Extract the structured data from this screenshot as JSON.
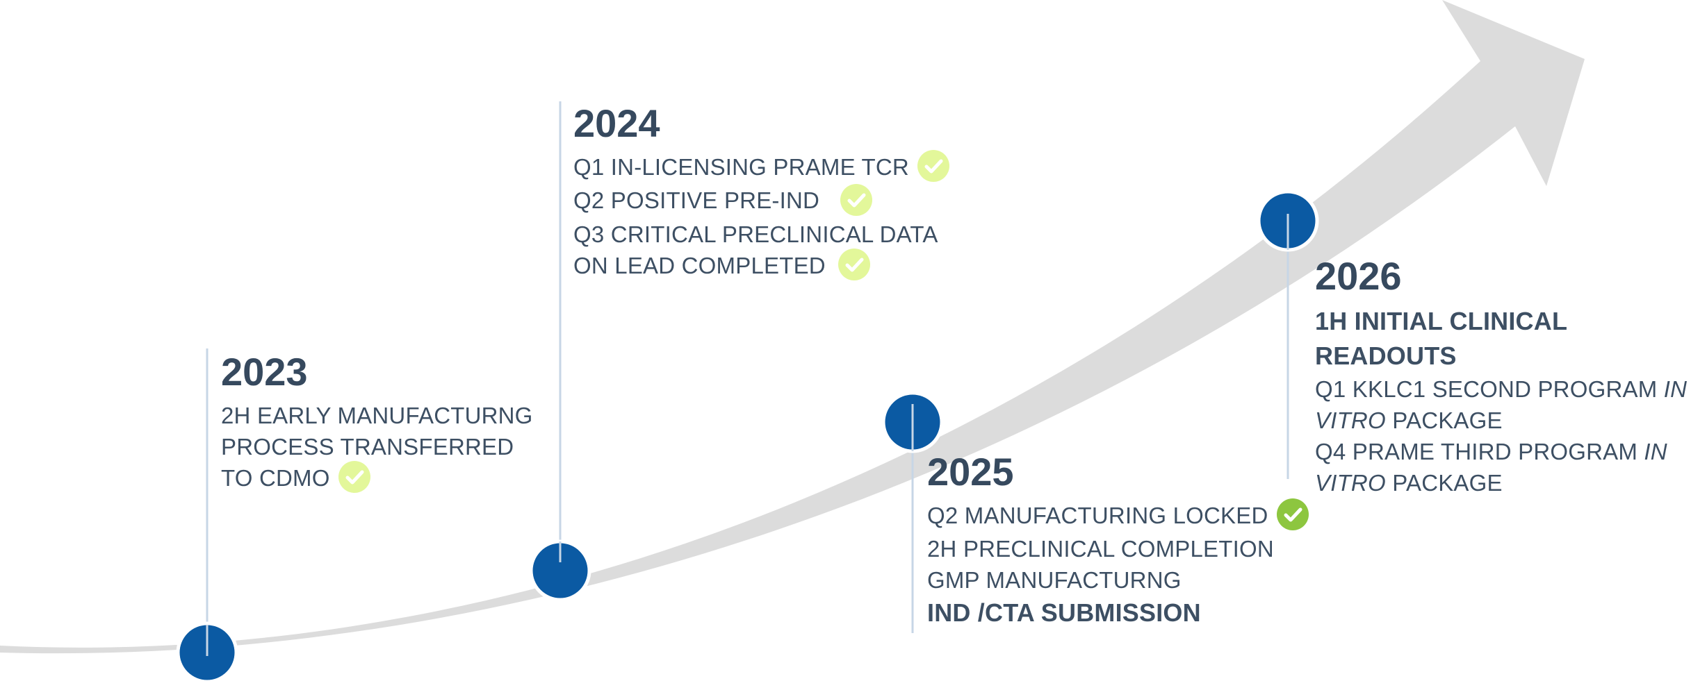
{
  "colors": {
    "arrow": "#dcdcdc",
    "node": "#0b5aa3",
    "node_border": "#ffffff",
    "stem": "#c7d6e6",
    "text": "#3d4f63",
    "check_light": "#e3f79a",
    "check_green": "#8dc63f"
  },
  "milestones": [
    {
      "year": "2023",
      "lines": [
        {
          "text": "2H EARLY MANUFACTURNG"
        },
        {
          "text": "PROCESS TRANSFERRED"
        },
        {
          "text": "TO CDMO",
          "check": "check-icon"
        }
      ]
    },
    {
      "year": "2024",
      "lines": [
        {
          "text": "Q1  IN-LICENSING PRAME TCR",
          "check": "check-icon"
        },
        {
          "text": "Q2 POSITIVE PRE-IND",
          "check": "check-icon"
        },
        {
          "text": "Q3 CRITICAL PRECLINICAL DATA"
        },
        {
          "text": "ON LEAD COMPLETED",
          "check": "check-icon"
        }
      ]
    },
    {
      "year": "2025",
      "lines": [
        {
          "text": "Q2 MANUFACTURING LOCKED",
          "check": "check-icon"
        },
        {
          "text": "2H PRECLINICAL COMPLETION"
        },
        {
          "text": "GMP MANUFACTURNG"
        },
        {
          "text": "IND /CTA SUBMISSION",
          "bold": true
        }
      ]
    },
    {
      "year": "2026",
      "lines": [
        {
          "text": "1H INITIAL CLINICAL",
          "bold": true
        },
        {
          "text": "READOUTS",
          "bold": true
        },
        {
          "text": "Q1 KKLC1 SECOND PROGRAM ",
          "italic_suffix": "IN"
        },
        {
          "text": "PACKAGE",
          "italic_prefix": " VITRO"
        },
        {
          "text": "Q4 PRAME THIRD PROGRAM ",
          "italic_suffix": "IN"
        },
        {
          "text": "PACKAGE",
          "italic_prefix": " VITRO"
        }
      ]
    }
  ]
}
